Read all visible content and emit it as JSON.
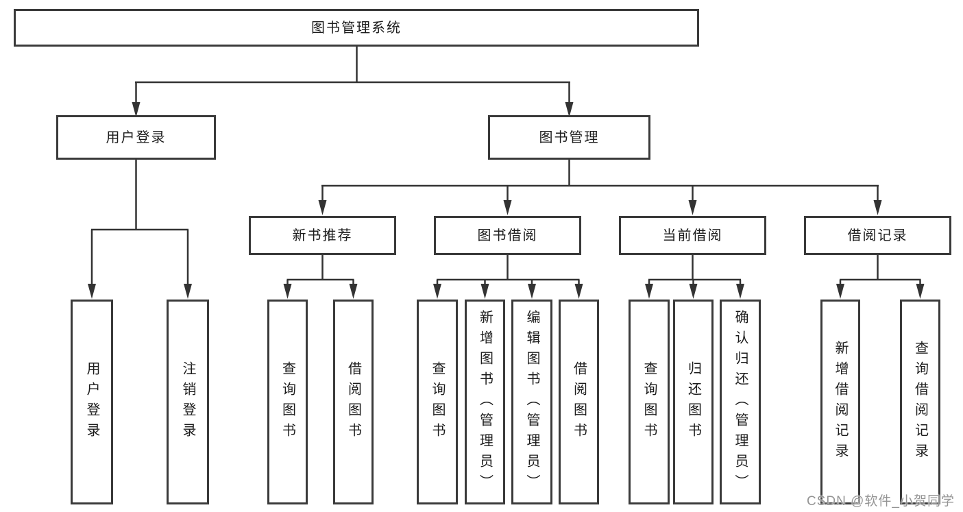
{
  "tree": {
    "root": {
      "label": "图书管理系统",
      "children": [
        {
          "label": "用户登录",
          "children": [
            {
              "label": "用户登录"
            },
            {
              "label": "注销登录"
            }
          ]
        },
        {
          "label": "图书管理",
          "children": [
            {
              "label": "新书推荐",
              "children": [
                {
                  "label": "查询图书"
                },
                {
                  "label": "借阅图书"
                }
              ]
            },
            {
              "label": "图书借阅",
              "children": [
                {
                  "label": "查询图书"
                },
                {
                  "label": "新增图书（管理员）"
                },
                {
                  "label": "编辑图书（管理员）"
                },
                {
                  "label": "借阅图书"
                }
              ]
            },
            {
              "label": "当前借阅",
              "children": [
                {
                  "label": "查询图书"
                },
                {
                  "label": "归还图书"
                },
                {
                  "label": "确认归还（管理员）"
                }
              ]
            },
            {
              "label": "借阅记录",
              "children": [
                {
                  "label": "新增借阅记录"
                },
                {
                  "label": "查询借阅记录"
                }
              ]
            }
          ]
        }
      ]
    }
  },
  "watermark": {
    "text": "CSDN @软件_小贺同学"
  },
  "colors": {
    "line": "#333333",
    "box_border": "#3a3a3a",
    "text": "#1c1c1c",
    "watermark": "#949494",
    "background": "#ffffff"
  }
}
